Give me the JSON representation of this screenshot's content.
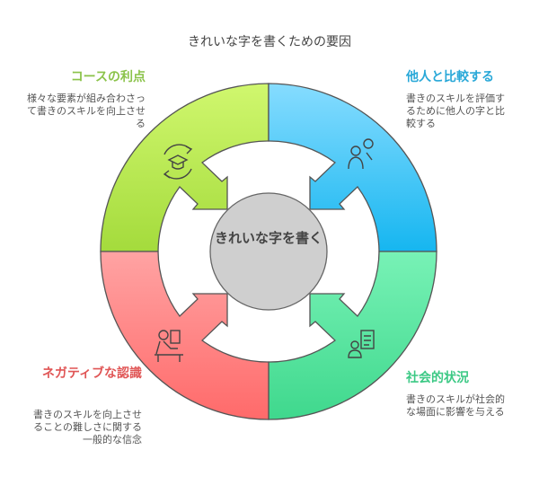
{
  "title": "きれいな字を書くための要因",
  "center": "きれいな字を書く",
  "sections": [
    {
      "heading": "コースの利点",
      "desc": "様々な要素が組み合わさって書きのスキルを向上させる",
      "color": "#8bc34a",
      "icon": "graduation-cap-cycle-icon"
    },
    {
      "heading": "他人と比較する",
      "desc": "書きのスキルを評価するために他人の字と比較する",
      "color": "#29a8d8",
      "icon": "people-comparison-icon"
    },
    {
      "heading": "社会的状況",
      "desc": "書きのスキルが社会的な場面に影響を与える",
      "color": "#3cc985",
      "icon": "person-document-icon"
    },
    {
      "heading": "ネガティブな認識",
      "desc": "書きのスキルを向上させることの難しさに関する一般的な信念",
      "color": "#e05555",
      "icon": "person-desk-icon"
    }
  ]
}
